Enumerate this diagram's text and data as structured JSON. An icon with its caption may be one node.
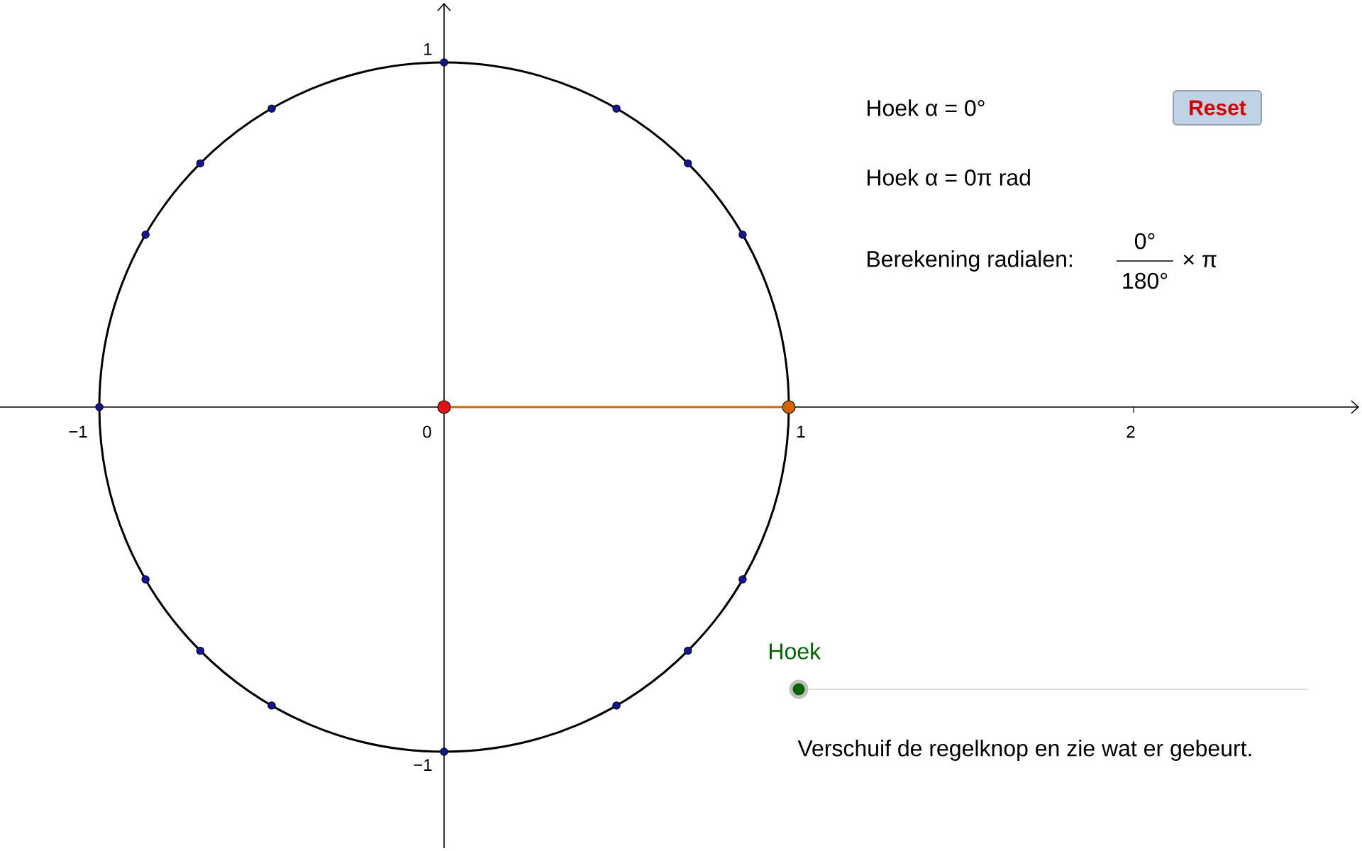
{
  "diagram": {
    "nodes": [
      {
        "text": [],
        "shape": "circle"
      },
      {
        "text": [],
        "shape": "circle"
      }
    ],
    "edges": [
      {
        "from": 0,
        "to": 1,
        "arrow": "none",
        "color": "#cc6600"
      }
    ],
    "labels": [
      "−1",
      "0",
      "1",
      "2",
      "1",
      "−1",
      "Hoek α = 0°",
      "Reset",
      "Hoek α = 0π rad",
      "Berekening radialen:",
      "0°",
      "180°",
      "× π",
      "Hoek",
      "Verschuif de regelknop en zie wat er gebeurt."
    ]
  }
}
